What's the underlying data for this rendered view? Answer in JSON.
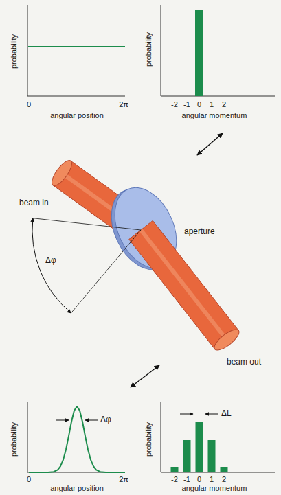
{
  "diagram": {
    "labels": [
      "probability",
      "0",
      "2π",
      "angular position",
      "probability",
      "-2",
      "-1",
      "0",
      "1",
      "2",
      "angular momentum",
      "beam in",
      "Δφ",
      "aperture",
      "beam out",
      "probability",
      "Δφ",
      "0",
      "2π",
      "angular position",
      "probability",
      "ΔL",
      "-2",
      "-1",
      "0",
      "1",
      "2",
      "angular momentum"
    ]
  }
}
